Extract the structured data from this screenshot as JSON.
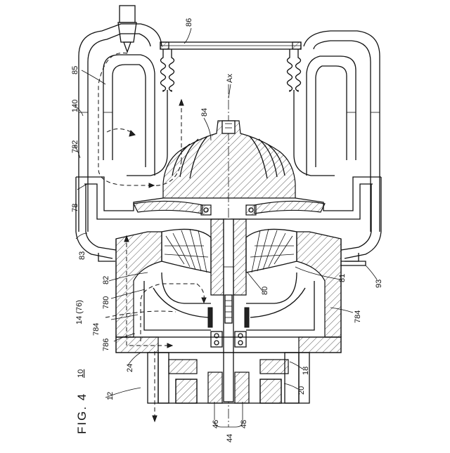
{
  "figure": {
    "label": "FIG. 4"
  },
  "axis_label": "Ax",
  "labels": {
    "l10": "10",
    "l12": "12",
    "l14": "14 (76)",
    "l18": "18",
    "l20": "20",
    "l24": "24",
    "l44": "44",
    "l46": "46",
    "l48": "48",
    "l78": "78",
    "l80": "80",
    "l81": "81",
    "l82": "82",
    "l83": "83",
    "l84": "84",
    "l85": "85",
    "l86": "86",
    "l93": "93",
    "l140": "140",
    "l780": "780",
    "l782": "782",
    "l784a": "784",
    "l784b": "784",
    "l786": "786"
  }
}
